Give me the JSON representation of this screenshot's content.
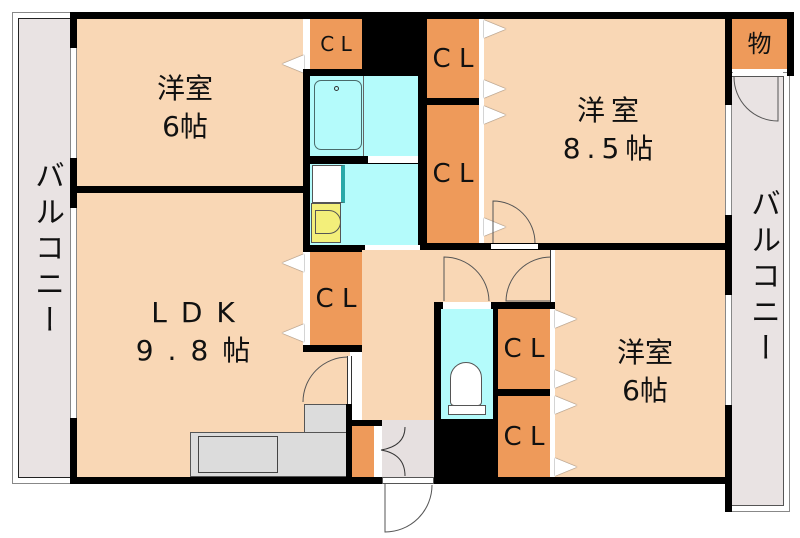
{
  "plan": {
    "rooms": {
      "western_room_nw": {
        "label": "洋室\n6帖",
        "type": "洋室",
        "size_jo": "6"
      },
      "western_room_ne": {
        "label": "洋室\n 8.5帖",
        "type": "洋室",
        "size_jo": "8.5"
      },
      "ldk": {
        "label": "LDK\n9.8帖",
        "type": "LDK",
        "size_jo": "9.8"
      },
      "western_room_se": {
        "label": "洋室\n6帖",
        "type": "洋室",
        "size_jo": "6"
      }
    },
    "closets": {
      "cl_top_small": "C L",
      "cl_ne_upper": "C\nL",
      "cl_ne_lower": "C\nL",
      "cl_ldk": "C\nL",
      "cl_se_upper": "C\nL",
      "cl_se_lower": "C\nL"
    },
    "storage": {
      "label": "物"
    },
    "balconies": {
      "west": {
        "label": "バルコニー"
      },
      "east": {
        "label": "バルコニー"
      }
    }
  },
  "colors": {
    "room": "#f9d7b5",
    "closet": "#ee9a5a",
    "wet_area": "#b4fbfb",
    "balcony": "#e9e3e3",
    "wall": "#000000",
    "kitchen": "#dcdcdc",
    "toilet_seat_wash": "#f5f07a"
  }
}
